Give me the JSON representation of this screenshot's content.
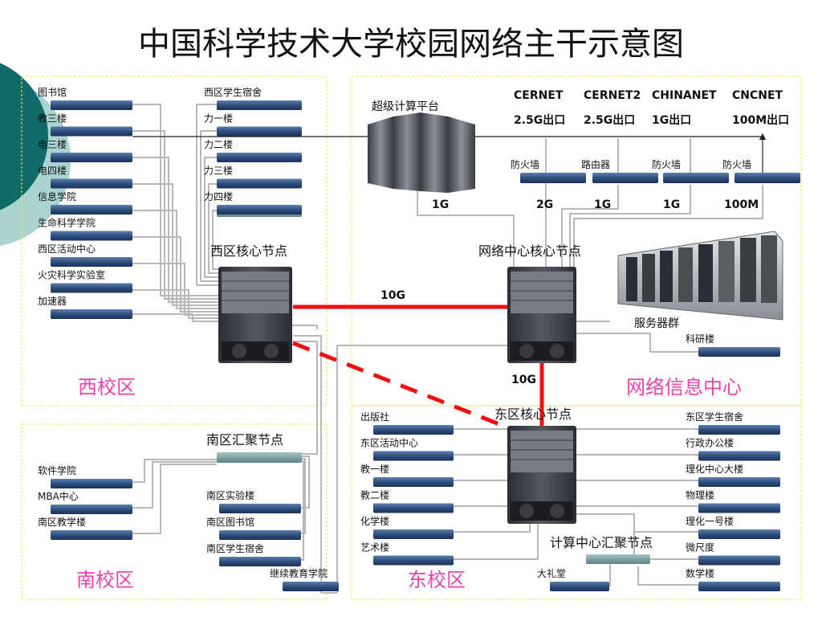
{
  "title": "中国科学技术大学校园网络主干示意图",
  "colors": {
    "accent_teal": "#0f6a68",
    "accent_light": "#a9d4d0",
    "trunk_red": "#ee1111",
    "zone_label": "#ee44aa",
    "zone_border": "#e8e84a",
    "link_gray": "#b8b8b8"
  },
  "west": {
    "zone_label": "西校区",
    "core_label": "西区核心节点",
    "left_buildings": [
      "图书馆",
      "教三楼",
      "电三楼",
      "电四楼",
      "信息学院",
      "生命科学学院",
      "西区活动中心",
      "火灾科学实验室",
      "加速器"
    ],
    "right_buildings": [
      "西区学生宿舍",
      "力一楼",
      "力二楼",
      "力三楼",
      "力四楼"
    ]
  },
  "netcenter": {
    "zone_label": "网络信息中心",
    "core_label": "网络中心核心节点",
    "hpc_label": "超级计算平台",
    "server_label": "服务器群",
    "kyl_label": "科研楼",
    "uplinks": [
      {
        "name": "CERNET",
        "bw": "2.5G出口",
        "device": "防火墙",
        "link": "2G"
      },
      {
        "name": "CERNET2",
        "bw": "2.5G出口",
        "device": "路由器",
        "link": "1G"
      },
      {
        "name": "CHINANET",
        "bw": "1G出口",
        "device": "防火墙",
        "link": "1G"
      },
      {
        "name": "CNCNET",
        "bw": "100M出口",
        "device": "防火墙",
        "link": "100M"
      }
    ],
    "hpc_link": "1G"
  },
  "links": {
    "west_to_center": "10G",
    "center_to_east": "10G"
  },
  "south": {
    "zone_label": "南校区",
    "agg_label": "南区汇聚节点",
    "left_buildings": [
      "软件学院",
      "MBA中心",
      "南区教学楼"
    ],
    "right_buildings": [
      "南区实验楼",
      "南区图书馆",
      "南区学生宿舍"
    ],
    "continuing": "继续教育学院"
  },
  "east": {
    "zone_label": "东校区",
    "core_label": "东区核心节点",
    "left_buildings": [
      "出版社",
      "东区活动中心",
      "教一楼",
      "教二楼",
      "化学楼",
      "艺术楼"
    ],
    "right_buildings": [
      "东区学生宿舍",
      "行政办公楼",
      "理化中心大楼",
      "物理楼",
      "理化一号楼",
      "微尺度",
      "数学楼"
    ],
    "comp_label": "计算中心汇聚节点",
    "auditorium": "大礼堂"
  }
}
